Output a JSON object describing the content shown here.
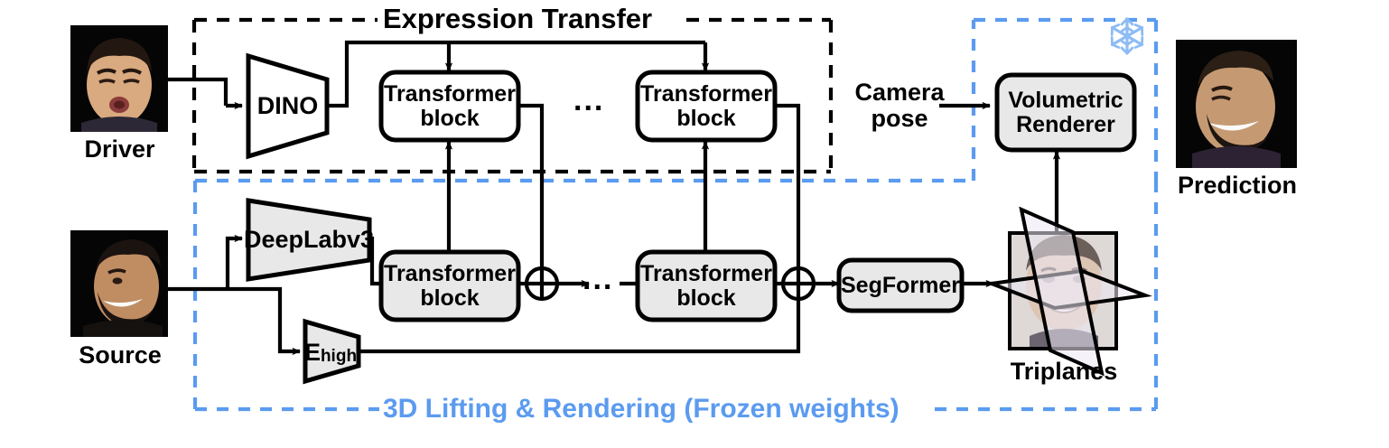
{
  "figure": {
    "type": "architecture-diagram",
    "title": "Expression Transfer / 3D Lifting & Rendering pipeline"
  },
  "groups": {
    "expression_transfer": {
      "label": "Expression Transfer",
      "style": "black-dashed",
      "color": "#000000"
    },
    "lifting": {
      "label": "3D Lifting & Rendering (Frozen weights)",
      "style": "blue-dashed",
      "color": "#5b9bf0",
      "frozen_icon": "snowflake-icon"
    }
  },
  "inputs": {
    "driver_caption": "Driver",
    "source_caption": "Source",
    "camera_pose_line1": "Camera",
    "camera_pose_line2": "pose"
  },
  "outputs": {
    "prediction_caption": "Prediction",
    "triplanes_caption": "Triplanes"
  },
  "blocks": {
    "dino": "DINO",
    "deeplab": "DeepLabv3",
    "ehigh_base": "E",
    "ehigh_sub": "high",
    "transformer_line1": "Transformer",
    "transformer_line2": "block",
    "segformer": "SegFormer",
    "volumetric_line1": "Volumetric",
    "volumetric_line2": "Renderer",
    "ellipsis": "..."
  },
  "ops": {
    "add_symbol": "+"
  },
  "colors": {
    "block_fill_gray": "#e8e8e8",
    "block_fill_white": "#ffffff",
    "stroke": "#000000",
    "accent_blue": "#5b9bf0",
    "plane_fill": "#eceaf4"
  }
}
